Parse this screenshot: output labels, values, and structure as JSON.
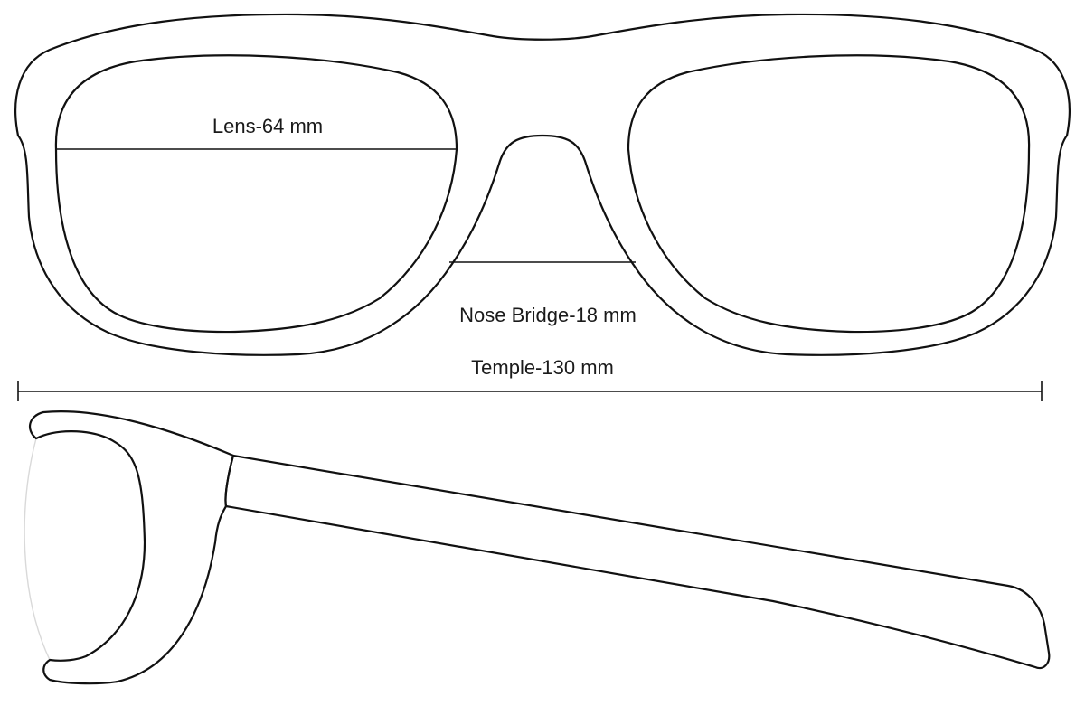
{
  "diagram": {
    "lens_label": "Lens-64 mm",
    "bridge_label": "Nose Bridge-18 mm",
    "temple_label": "Temple-130 mm"
  }
}
